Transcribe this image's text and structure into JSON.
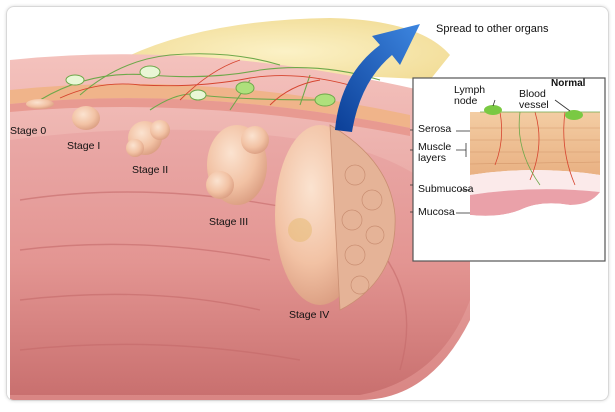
{
  "labels": {
    "spread": "Spread to other organs",
    "stage0": "Stage 0",
    "stage1": "Stage I",
    "stage2": "Stage II",
    "stage3": "Stage III",
    "stage4": "Stage IV"
  },
  "inset": {
    "title": "Normal",
    "lymph_node": "Lymph node",
    "blood_vessel": "Blood vessel",
    "serosa": "Serosa",
    "muscle_layers": "Muscle layers",
    "submucosa": "Submucosa",
    "mucosa": "Mucosa"
  },
  "colors": {
    "bowel_pink": "#e8a1a0",
    "bowel_dark": "#c9706f",
    "tumor": "#f2c2a4",
    "fat_yellow": "#f7e7a6",
    "arrow_blue": "#1f5fbf",
    "lymph_green": "#7ac943"
  }
}
